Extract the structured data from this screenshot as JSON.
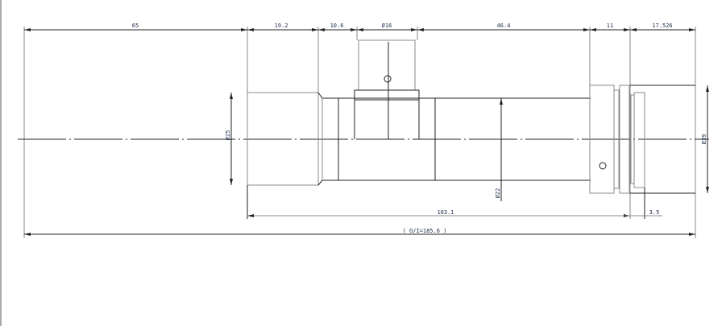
{
  "dimensions": {
    "top": [
      "65",
      "19.2",
      "10.6",
      "Ø16",
      "46.4",
      "11",
      "17.526"
    ],
    "dia_left": "Ø25",
    "dia_mid": "Ø22",
    "dia_right": "Ø39",
    "length_body": "103.1",
    "length_flange": "3.5",
    "overall": "( O/I=185.6 )"
  }
}
